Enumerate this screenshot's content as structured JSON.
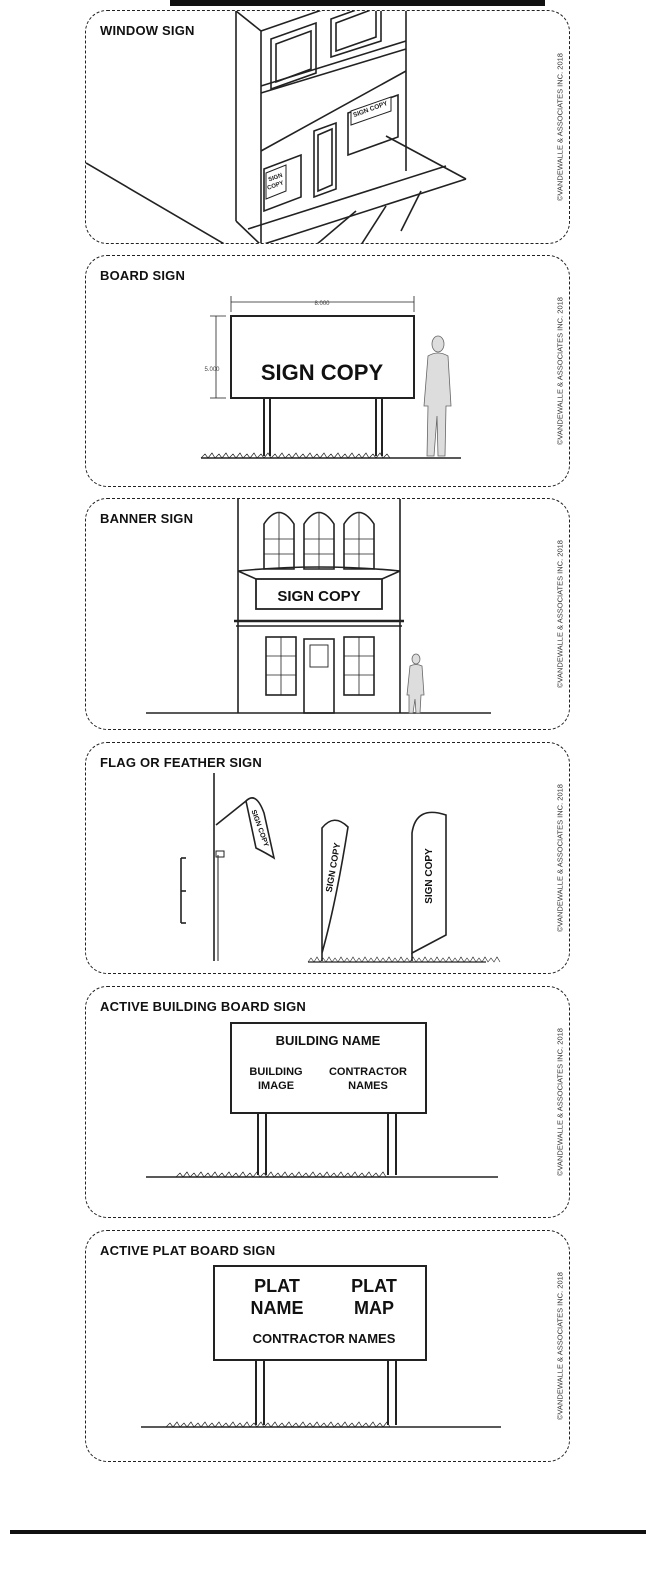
{
  "copyright": "©VANDEWALLE & ASSOCIATES INC. 2018",
  "panels": [
    {
      "title": "WINDOW SIGN",
      "sign_copy": "SIGN COPY",
      "small_sign_lines": [
        "SIGN",
        "COPY"
      ]
    },
    {
      "title": "BOARD SIGN",
      "sign_copy": "SIGN COPY",
      "width_dim": "8.000",
      "height_dim": "5.000"
    },
    {
      "title": "BANNER SIGN",
      "sign_copy": "SIGN COPY"
    },
    {
      "title": "FLAG OR FEATHER SIGN",
      "sign_copy": "SIGN COPY"
    },
    {
      "title": "ACTIVE BUILDING BOARD SIGN",
      "building_name": "BUILDING NAME",
      "building_image_lines": [
        "BUILDING",
        "IMAGE"
      ],
      "contractor_lines": [
        "CONTRACTOR",
        "NAMES"
      ]
    },
    {
      "title": "ACTIVE PLAT BOARD SIGN",
      "plat_name_lines": [
        "PLAT",
        "NAME"
      ],
      "plat_map_lines": [
        "PLAT",
        "MAP"
      ],
      "contractor_names": "CONTRACTOR NAMES"
    }
  ]
}
